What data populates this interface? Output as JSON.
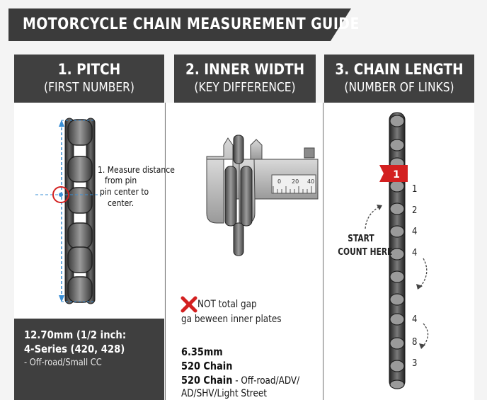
{
  "title": "MOTORCYCLE CHAIN MEASUREMENT GUIDE",
  "columns": [
    {
      "heading": "1. PITCH",
      "subheading": "(FIRST NUMBER)"
    },
    {
      "heading": "2. INNER WIDTH",
      "subheading": "(KEY DIFFERENCE)"
    },
    {
      "heading": "3. CHAIN LENGTH",
      "subheading": "(NUMBER OF LINKS)"
    }
  ],
  "pitch": {
    "note_line1": "1. Measure distance",
    "note_line2": "from pin",
    "note_line3": "pin center to",
    "note_line4": "center.",
    "box_line1": "12.70mm (1/2 inch:",
    "box_line2": "4-Series (420, 428)",
    "box_line3": "- Off-road/Small CC"
  },
  "inner_width": {
    "caliper_scale": [
      "0",
      "20",
      "40"
    ],
    "not_label": "NOT total gap",
    "gap_label": "ga beween inner plates",
    "spec_line1": "6.35mm",
    "spec_line2": "520 Chain",
    "spec_line3": "520 Chain",
    "spec_line3_detail": " - Off-road/ADV/",
    "spec_line4": "AD/SHV/Light Street"
  },
  "chain_length": {
    "start_flag": "1",
    "start_line1": "START",
    "start_line2": "COUNT HERE",
    "counts": [
      "1",
      "2",
      "4",
      "4",
      "4",
      "8",
      "3"
    ]
  },
  "colors": {
    "header_bg": "#404040",
    "accent_red": "#d32020",
    "measure_blue": "#3a8fd6"
  }
}
